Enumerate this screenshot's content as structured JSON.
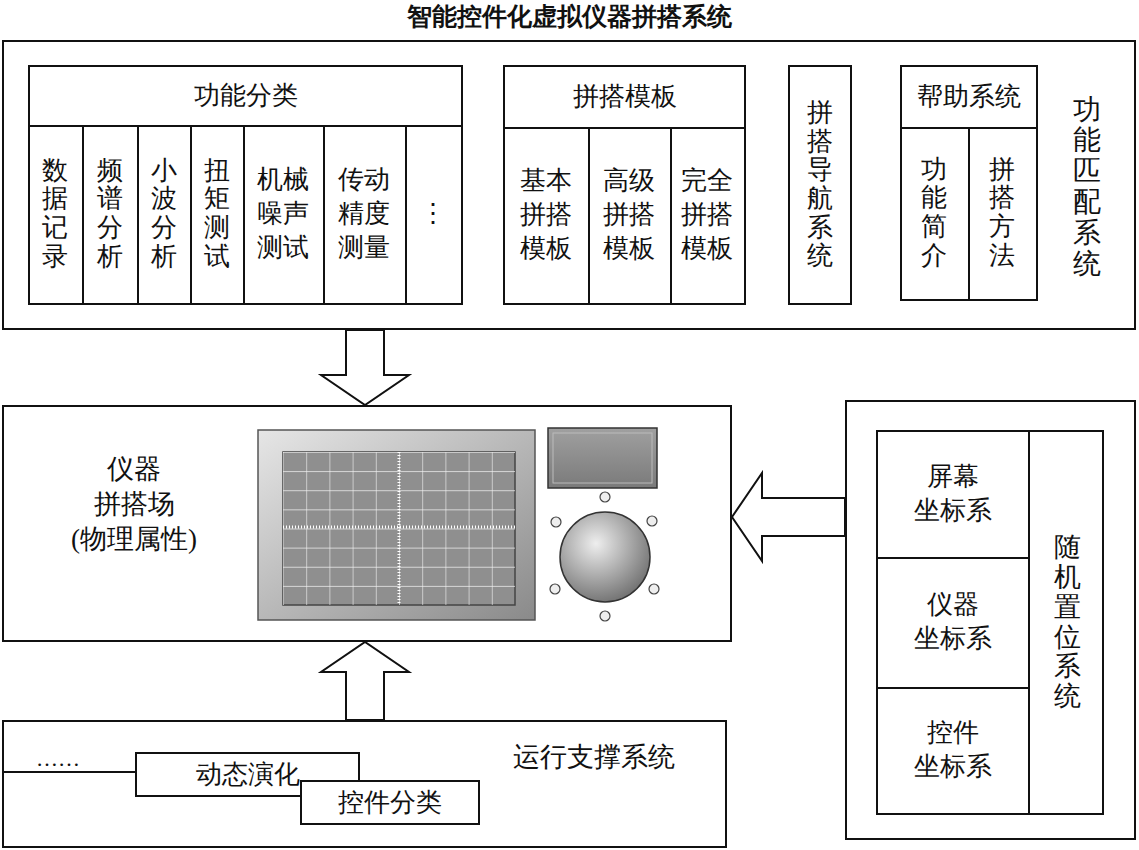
{
  "diagram": {
    "title": "智能控件化虚拟仪器拼搭系统",
    "nodes": [
      {
        "text": [
          "功能匹配系统"
        ]
      },
      {
        "text": [
          "功能分类"
        ],
        "in": 0
      },
      {
        "text": [
          "数据记录"
        ],
        "in": 1
      },
      {
        "text": [
          "频谱分析"
        ],
        "in": 1
      },
      {
        "text": [
          "小波分析"
        ],
        "in": 1
      },
      {
        "text": [
          "扭矩测试"
        ],
        "in": 1
      },
      {
        "text": [
          "机械 噪声 测试"
        ],
        "in": 1
      },
      {
        "text": [
          "传动 精度 测量"
        ],
        "in": 1
      },
      {
        "text": [
          "⋮"
        ],
        "in": 1
      },
      {
        "text": [
          "拼搭模板"
        ],
        "in": 0
      },
      {
        "text": [
          "基本 拼搭 模板"
        ],
        "in": 9
      },
      {
        "text": [
          "高级 拼搭 模板"
        ],
        "in": 9
      },
      {
        "text": [
          "完全 拼搭 模板"
        ],
        "in": 9
      },
      {
        "text": [
          "拼搭导航系统"
        ],
        "in": 0
      },
      {
        "text": [
          "帮助系统"
        ],
        "in": 0
      },
      {
        "text": [
          "功能简介"
        ],
        "in": 14
      },
      {
        "text": [
          "拼搭方法"
        ],
        "in": 14
      },
      {
        "text": [
          "仪器 拼搭场 (物理属性)"
        ]
      },
      {
        "text": [
          "随机置位系统"
        ]
      },
      {
        "text": [
          "屏幕 坐标系"
        ],
        "in": 18
      },
      {
        "text": [
          "仪器 坐标系"
        ],
        "in": 18
      },
      {
        "text": [
          "控件 坐标系"
        ],
        "in": 18
      },
      {
        "text": [
          "运行支撑系统"
        ]
      },
      {
        "text": [
          "动态演化"
        ],
        "in": 22
      },
      {
        "text": [
          "控件分类"
        ],
        "in": 22
      }
    ],
    "edges": [
      {
        "from": 0,
        "to": 17,
        "arrow": "to"
      },
      {
        "from": 18,
        "to": 17,
        "arrow": "to"
      },
      {
        "from": 22,
        "to": 17,
        "arrow": "to"
      }
    ],
    "labels": [
      "……"
    ]
  }
}
